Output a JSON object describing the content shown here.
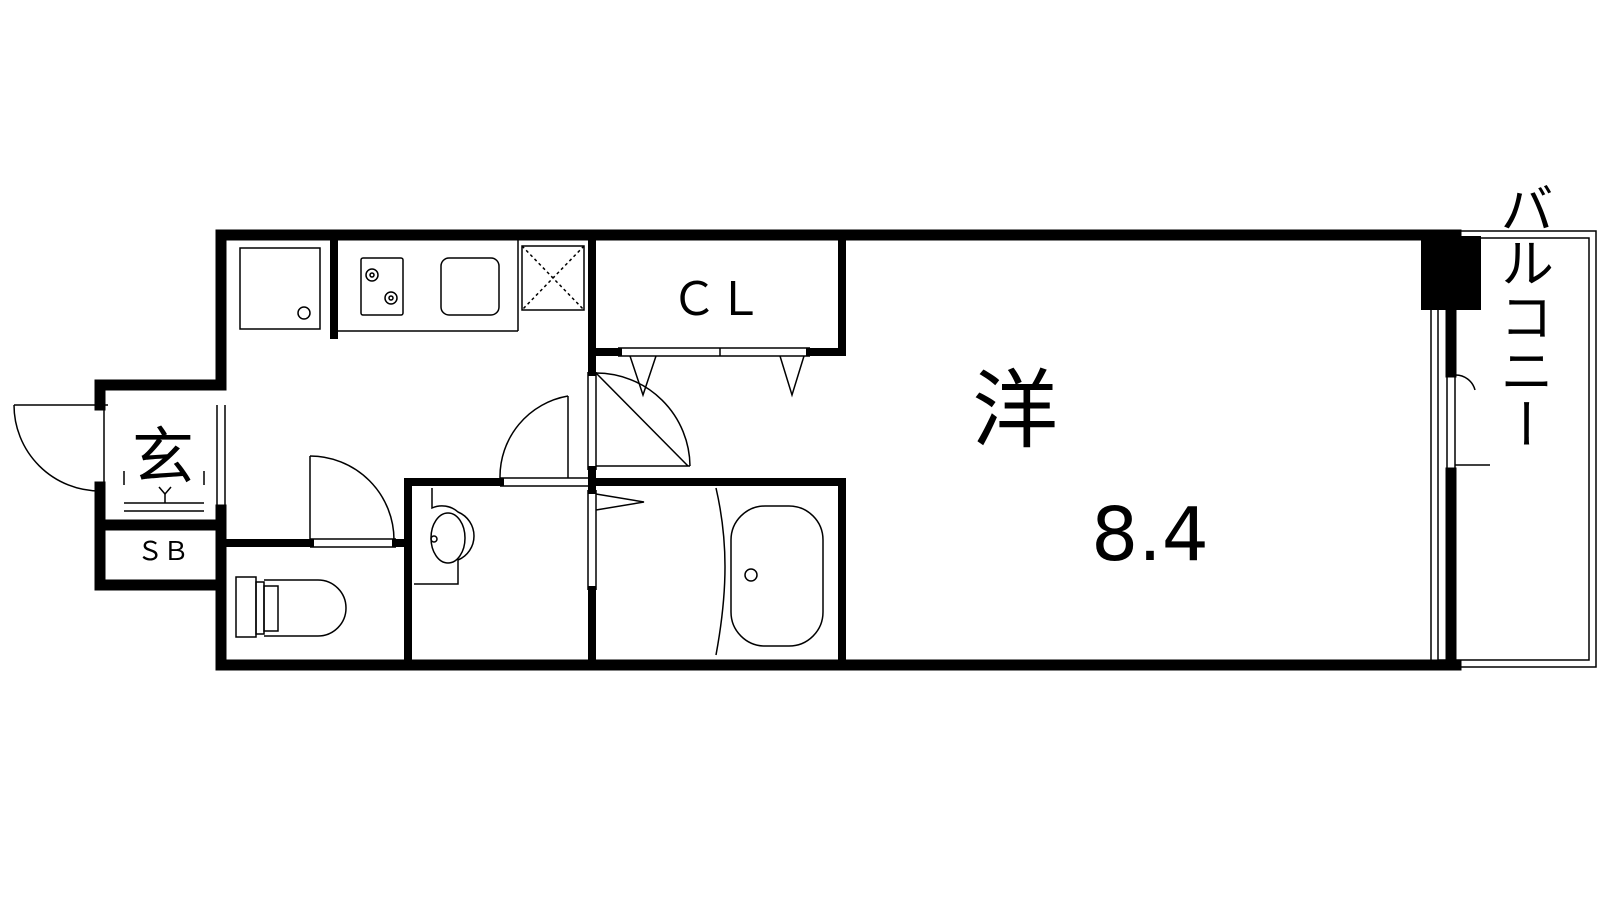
{
  "floorplan": {
    "rooms": {
      "western_room": {
        "label": "洋",
        "size": "8.4"
      },
      "closet": {
        "label": "ＣＬ"
      },
      "entrance": {
        "label": "玄"
      },
      "shoe_box": {
        "label": "ＳＢ"
      },
      "balcony": {
        "label": "バルコニー"
      }
    },
    "colors": {
      "wall": "#000000",
      "background": "#ffffff",
      "fixture": "#000000"
    }
  }
}
